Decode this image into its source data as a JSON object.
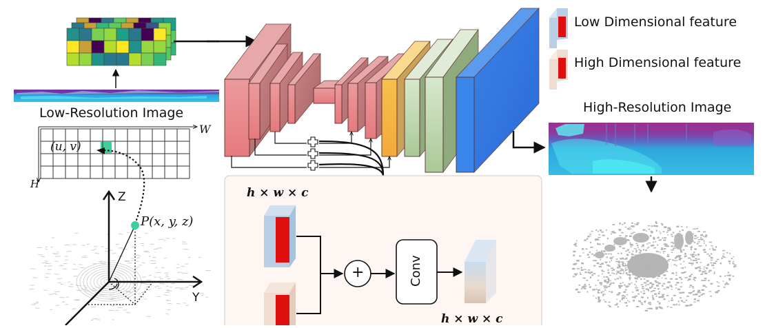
{
  "figure": {
    "low_res_title": "Low-Resolution Image",
    "high_res_title": "High-Resolution Image",
    "legend": {
      "items": [
        {
          "label": "Low Dimensional feature",
          "frame_color": "#b9cfe6",
          "core_color": "#e01010"
        },
        {
          "label": "High Dimensional feature",
          "frame_color": "#f1ddd0",
          "core_color": "#e01010"
        }
      ]
    },
    "grid": {
      "u_v_label": "(u, v)",
      "w_label": "W",
      "h_label": "H",
      "highlight_color": "#3fcf9a"
    },
    "point_cloud_axes": {
      "z_label": "Z",
      "y_label": "Y",
      "point_label": "P(x, y, z)",
      "point_color": "#3fcf9a"
    },
    "fusion_block": {
      "input_dims_label": "h × w × c",
      "output_dims_label": "h × w × c",
      "conv_label": "Conv",
      "plus_symbol": "+"
    },
    "colors": {
      "encoder_block": "#e58f91",
      "decoder_orange": "#f5b445",
      "decoder_green": "#b7d4a6",
      "output_blue": "#2f75de",
      "fusion_panel_bg": "#fdf6f3",
      "feature_grid": [
        "#21918c",
        "#2a788e",
        "#5ec962",
        "#95d840",
        "#fde725",
        "#c8a03a",
        "#440154",
        "#b5de2b",
        "#3b528b",
        "#7ad151",
        "#1f9e89",
        "#35b779"
      ]
    }
  }
}
